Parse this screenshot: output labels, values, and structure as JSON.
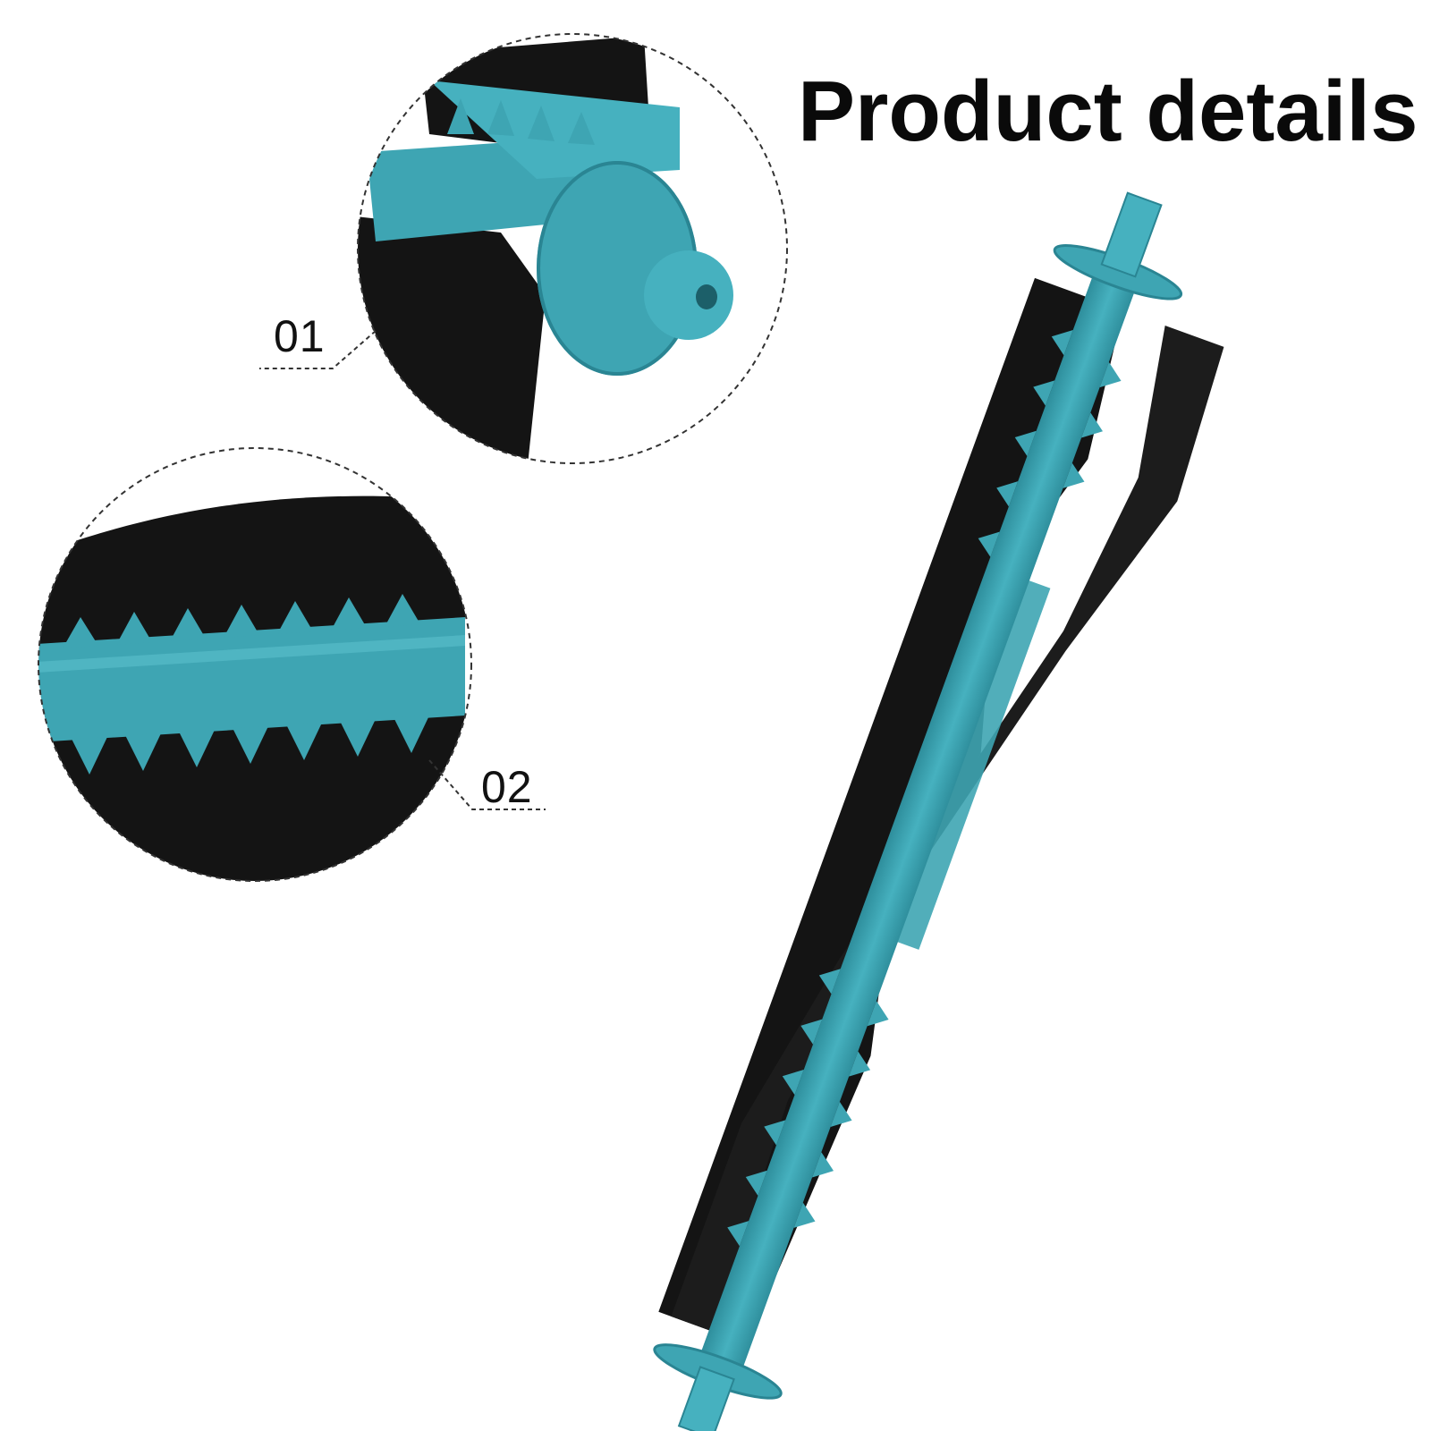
{
  "title": "Product details",
  "callouts": {
    "first": "01",
    "second": "02"
  },
  "colors": {
    "background": "#ffffff",
    "brush_core": "#3ea5b3",
    "brush_core_dark": "#2a8593",
    "bristles": "#141414",
    "text": "#0a0a0a",
    "dashed_line": "#333333"
  }
}
